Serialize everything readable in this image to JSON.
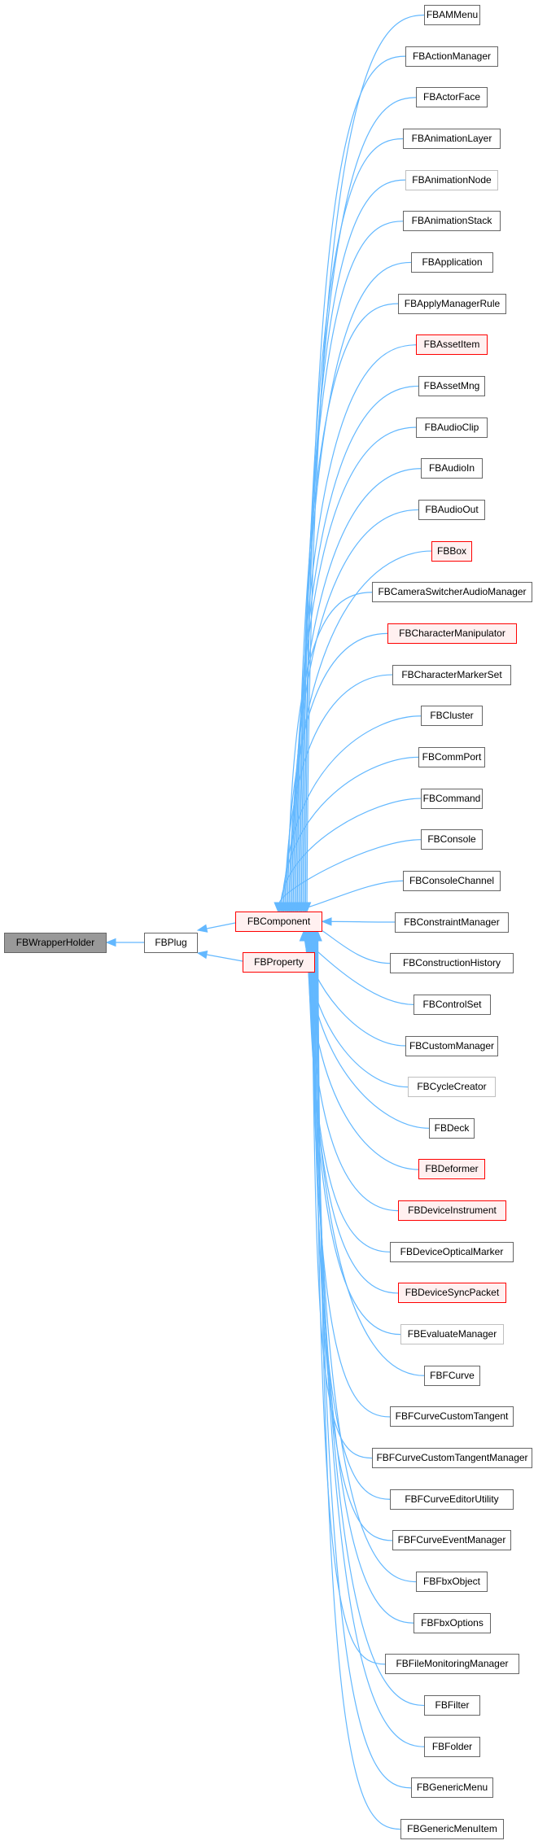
{
  "diagram": {
    "type": "inheritance-graph",
    "colors": {
      "edge": "#63b8ff",
      "node_border": "#666666",
      "node_fill": "#ffffff",
      "linked_red_border": "#ff0000",
      "linked_red_fill": "#fff0f0",
      "undocumented_border": "#bfbfbf",
      "root_fill": "#999999"
    },
    "root": {
      "label": "FBWrapperHolder",
      "style": "root"
    },
    "level1": {
      "label": "FBPlug",
      "style": "normal"
    },
    "level2": [
      {
        "label": "FBComponent",
        "style": "red"
      },
      {
        "label": "FBProperty",
        "style": "red"
      }
    ],
    "component_children": [
      {
        "label": "FBAMMenu",
        "style": "normal"
      },
      {
        "label": "FBActionManager",
        "style": "normal"
      },
      {
        "label": "FBActorFace",
        "style": "normal"
      },
      {
        "label": "FBAnimationLayer",
        "style": "normal"
      },
      {
        "label": "FBAnimationNode",
        "style": "light"
      },
      {
        "label": "FBAnimationStack",
        "style": "normal"
      },
      {
        "label": "FBApplication",
        "style": "normal"
      },
      {
        "label": "FBApplyManagerRule",
        "style": "normal"
      },
      {
        "label": "FBAssetItem",
        "style": "red"
      },
      {
        "label": "FBAssetMng",
        "style": "normal"
      },
      {
        "label": "FBAudioClip",
        "style": "normal"
      },
      {
        "label": "FBAudioIn",
        "style": "normal"
      },
      {
        "label": "FBAudioOut",
        "style": "normal"
      },
      {
        "label": "FBBox",
        "style": "red"
      },
      {
        "label": "FBCameraSwitcherAudioManager",
        "style": "normal"
      },
      {
        "label": "FBCharacterManipulator",
        "style": "red"
      },
      {
        "label": "FBCharacterMarkerSet",
        "style": "normal"
      },
      {
        "label": "FBCluster",
        "style": "normal"
      },
      {
        "label": "FBCommPort",
        "style": "normal"
      },
      {
        "label": "FBCommand",
        "style": "normal"
      },
      {
        "label": "FBConsole",
        "style": "normal"
      },
      {
        "label": "FBConsoleChannel",
        "style": "normal"
      },
      {
        "label": "FBConstraintManager",
        "style": "normal"
      },
      {
        "label": "FBConstructionHistory",
        "style": "normal"
      },
      {
        "label": "FBControlSet",
        "style": "normal"
      },
      {
        "label": "FBCustomManager",
        "style": "normal"
      },
      {
        "label": "FBCycleCreator",
        "style": "light"
      },
      {
        "label": "FBDeck",
        "style": "normal"
      },
      {
        "label": "FBDeformer",
        "style": "red"
      },
      {
        "label": "FBDeviceInstrument",
        "style": "red"
      },
      {
        "label": "FBDeviceOpticalMarker",
        "style": "normal"
      },
      {
        "label": "FBDeviceSyncPacket",
        "style": "red"
      },
      {
        "label": "FBEvaluateManager",
        "style": "light"
      },
      {
        "label": "FBFCurve",
        "style": "normal"
      },
      {
        "label": "FBFCurveCustomTangent",
        "style": "normal"
      },
      {
        "label": "FBFCurveCustomTangentManager",
        "style": "normal"
      },
      {
        "label": "FBFCurveEditorUtility",
        "style": "normal"
      },
      {
        "label": "FBFCurveEventManager",
        "style": "normal"
      },
      {
        "label": "FBFbxObject",
        "style": "normal"
      },
      {
        "label": "FBFbxOptions",
        "style": "normal"
      },
      {
        "label": "FBFileMonitoringManager",
        "style": "normal"
      },
      {
        "label": "FBFilter",
        "style": "normal"
      },
      {
        "label": "FBFolder",
        "style": "normal"
      },
      {
        "label": "FBGenericMenu",
        "style": "normal"
      },
      {
        "label": "FBGenericMenuItem",
        "style": "normal"
      }
    ]
  }
}
